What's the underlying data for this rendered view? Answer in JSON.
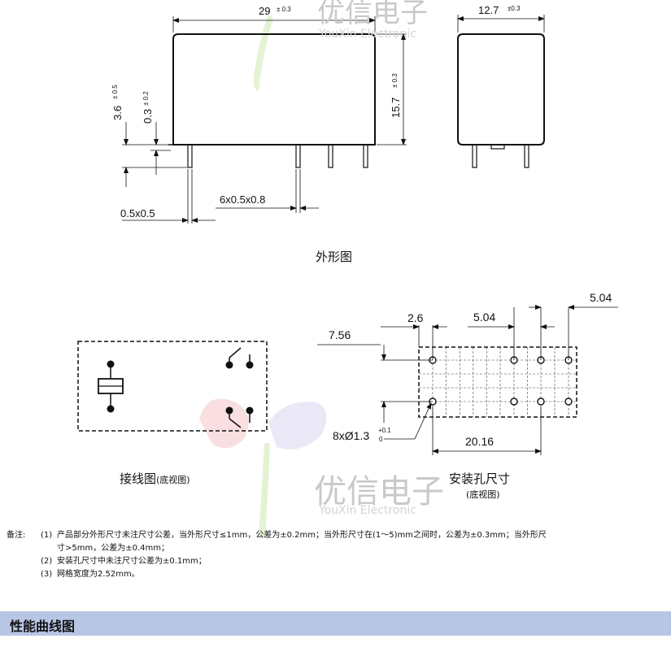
{
  "outline": {
    "width": "29",
    "width_tol": "± 0.3",
    "depth": "12.7",
    "depth_tol": "±0.3",
    "height": "15.7",
    "height_tol": "± 0.3",
    "pin_len": "3.6",
    "pin_len_tol": "± 0.5",
    "standoff": "0.3",
    "standoff_tol": "± 0.2",
    "pin_size_1": "0.5x0.5",
    "pin_size_2": "6x0.5x0.8",
    "caption": "外形图"
  },
  "wiring": {
    "caption": "接线图",
    "caption_note": "(底视图)"
  },
  "holes": {
    "pitch_a": "2.6",
    "pitch_b": "5.04",
    "pitch_c": "5.04",
    "row_gap": "7.56",
    "span": "20.16",
    "hole_label": "8xØ1.3",
    "hole_tol_upper": "+0.1",
    "hole_tol_lower": "0",
    "caption": "安装孔尺寸",
    "caption_note": "(底视图)"
  },
  "notes": {
    "prefix": "备注:",
    "items": [
      {
        "num": "(1)",
        "text": "产品部分外形尺寸未注尺寸公差，当外形尺寸≤1mm，公差为±0.2mm；当外形尺寸在(1～5)mm之间时，公差为±0.3mm；当外形尺",
        "cont": "寸>5mm，公差为±0.4mm；"
      },
      {
        "num": "(2)",
        "text": "安装孔尺寸中未注尺寸公差为±0.1mm；"
      },
      {
        "num": "(3)",
        "text": "网格宽度为2.52mm。"
      }
    ]
  },
  "section_title": "性能曲线图",
  "watermark": {
    "cn": "优信电子",
    "en": "YouXin Electronic"
  }
}
